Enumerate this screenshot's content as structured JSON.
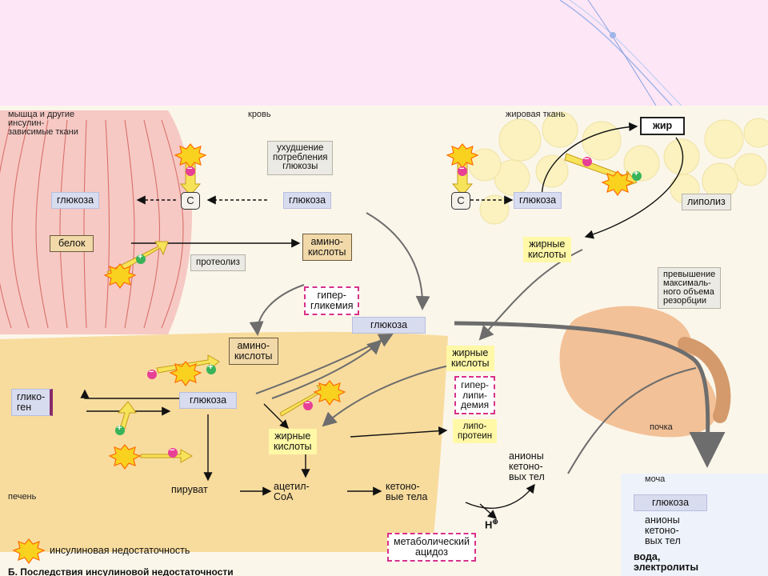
{
  "regions": {
    "muscle": "мышца и другие\nинсулин-\nзависимые ткани",
    "blood": "кровь",
    "adipose": "жировая ткань",
    "liver": "печень",
    "kidney": "почка",
    "urine": "моча"
  },
  "nodes": {
    "glucose_uptake_impaired": "ухудшение\nпотребления\nглюкозы",
    "glucose_muscle": "глюкоза",
    "c_left": "С",
    "glucose_blood": "глюкоза",
    "c_right": "С",
    "glucose_adipose": "глюкоза",
    "fat": "жир",
    "lipolysis": "липолиз",
    "protein": "белок",
    "amino_acids_blood": "амино-\nкислоты",
    "proteolysis": "протеолиз",
    "fatty_acids_blood": "жирные\nкислоты",
    "hyperglycemia": "гипер-\nгликемия",
    "glucose_center": "глюкоза",
    "max_reabsorption": "превышение\nмаксималь-\nного объема\nрезорбции",
    "amino_acids_liver": "амино-\nкислоты",
    "fatty_acids_mid": "жирные\nкислоты",
    "hyperlipidemia": "гипер-\nлипи-\nдемия",
    "glycogen": "глико-\nген",
    "glucose_liver": "глюкоза",
    "lipoprotein": "липо-\nпротеин",
    "fatty_acids_liver": "жирные\nкислоты",
    "ketone_anions_blood": "анионы\nкетоно-\nвых тел",
    "pyruvate": "пируват",
    "acetyl_coa": "ацетил-\nСоА",
    "ketone_bodies": "кетоно-\nвые тела",
    "h_ion": "Н",
    "h_charge": "⊕",
    "metabolic_acidosis": "метаболический\nацидоз",
    "urine_glucose": "глюкоза",
    "urine_ketone_anions": "анионы\nкетоно-\nвых тел",
    "urine_water": "вода,\nэлектролиты"
  },
  "legend": {
    "label": "инсулиновая недостаточность",
    "icon": "star-burst-icon"
  },
  "footer_text": "Б. Последствия инсулиновой недостаточности",
  "signs": {
    "minus": "−",
    "plus": "+"
  },
  "colors": {
    "top_band": "#fde6f6",
    "muscle": "#f6c9c4",
    "liver": "#f8dc9e",
    "kidney": "#f3c197",
    "adipose": "#fbf2bf",
    "blue_box": "#d8dcef",
    "yellow_box": "#fff8a6",
    "tan_box": "#f2d9a9",
    "starburst": "#f9d21f"
  }
}
